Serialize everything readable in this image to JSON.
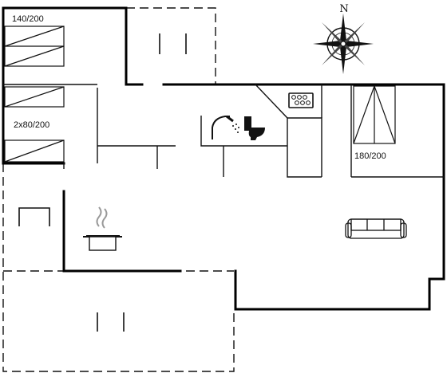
{
  "compass": {
    "north_label": "N"
  },
  "rooms": {
    "bedroom_1": {
      "bed_label": "140/200"
    },
    "bedroom_2": {
      "bed_label": "2x80/200"
    },
    "bedroom_3": {
      "bed_label": "180/200"
    }
  },
  "icons": {
    "shower": "shower-icon",
    "toilet": "toilet-icon",
    "hob": "hob-icon",
    "cooking_pot": "cooking-pot-icon",
    "sofa": "sofa-icon",
    "chair": "chair-icon",
    "compass": "compass-rose-icon"
  },
  "colors": {
    "wall": "#000000",
    "line": "#111111",
    "background": "#ffffff"
  }
}
